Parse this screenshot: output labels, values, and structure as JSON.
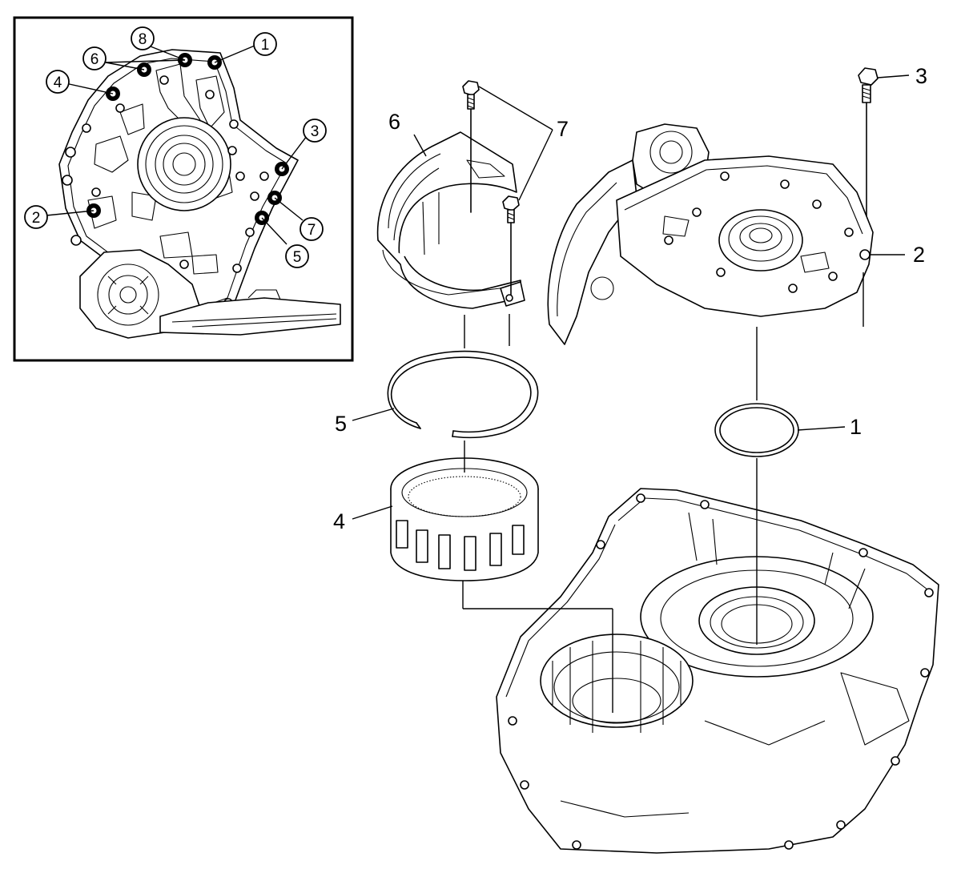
{
  "inset": {
    "callouts": [
      "1",
      "2",
      "3",
      "4",
      "5",
      "6",
      "7",
      "8"
    ]
  },
  "main": {
    "callouts": [
      "1",
      "2",
      "3",
      "4",
      "5",
      "6",
      "7"
    ]
  }
}
